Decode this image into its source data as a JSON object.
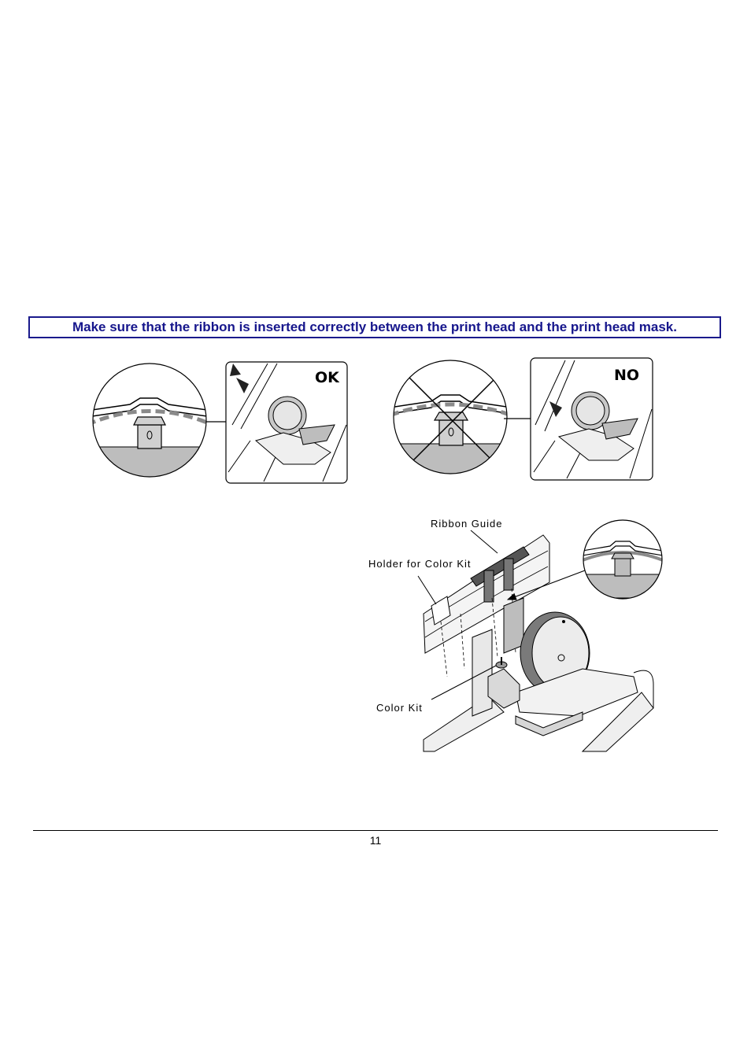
{
  "notice": {
    "text": "Make sure that the ribbon is inserted correctly between the print head and the print head mask."
  },
  "figure_top": {
    "ok_label": "OK",
    "no_label": "NO"
  },
  "figure_bottom": {
    "labels": {
      "ribbon_guide": "Ribbon Guide",
      "holder_for_color_kit": "Holder for Color Kit",
      "color_kit": "Color Kit"
    }
  },
  "footer": {
    "page_number": "11"
  },
  "colors": {
    "notice_text": "#16168c",
    "notice_border": "#1a1a8c",
    "line": "#000000",
    "gray_fill": "#bdbdbd",
    "ribbon_dash": "#8a8a8a"
  }
}
